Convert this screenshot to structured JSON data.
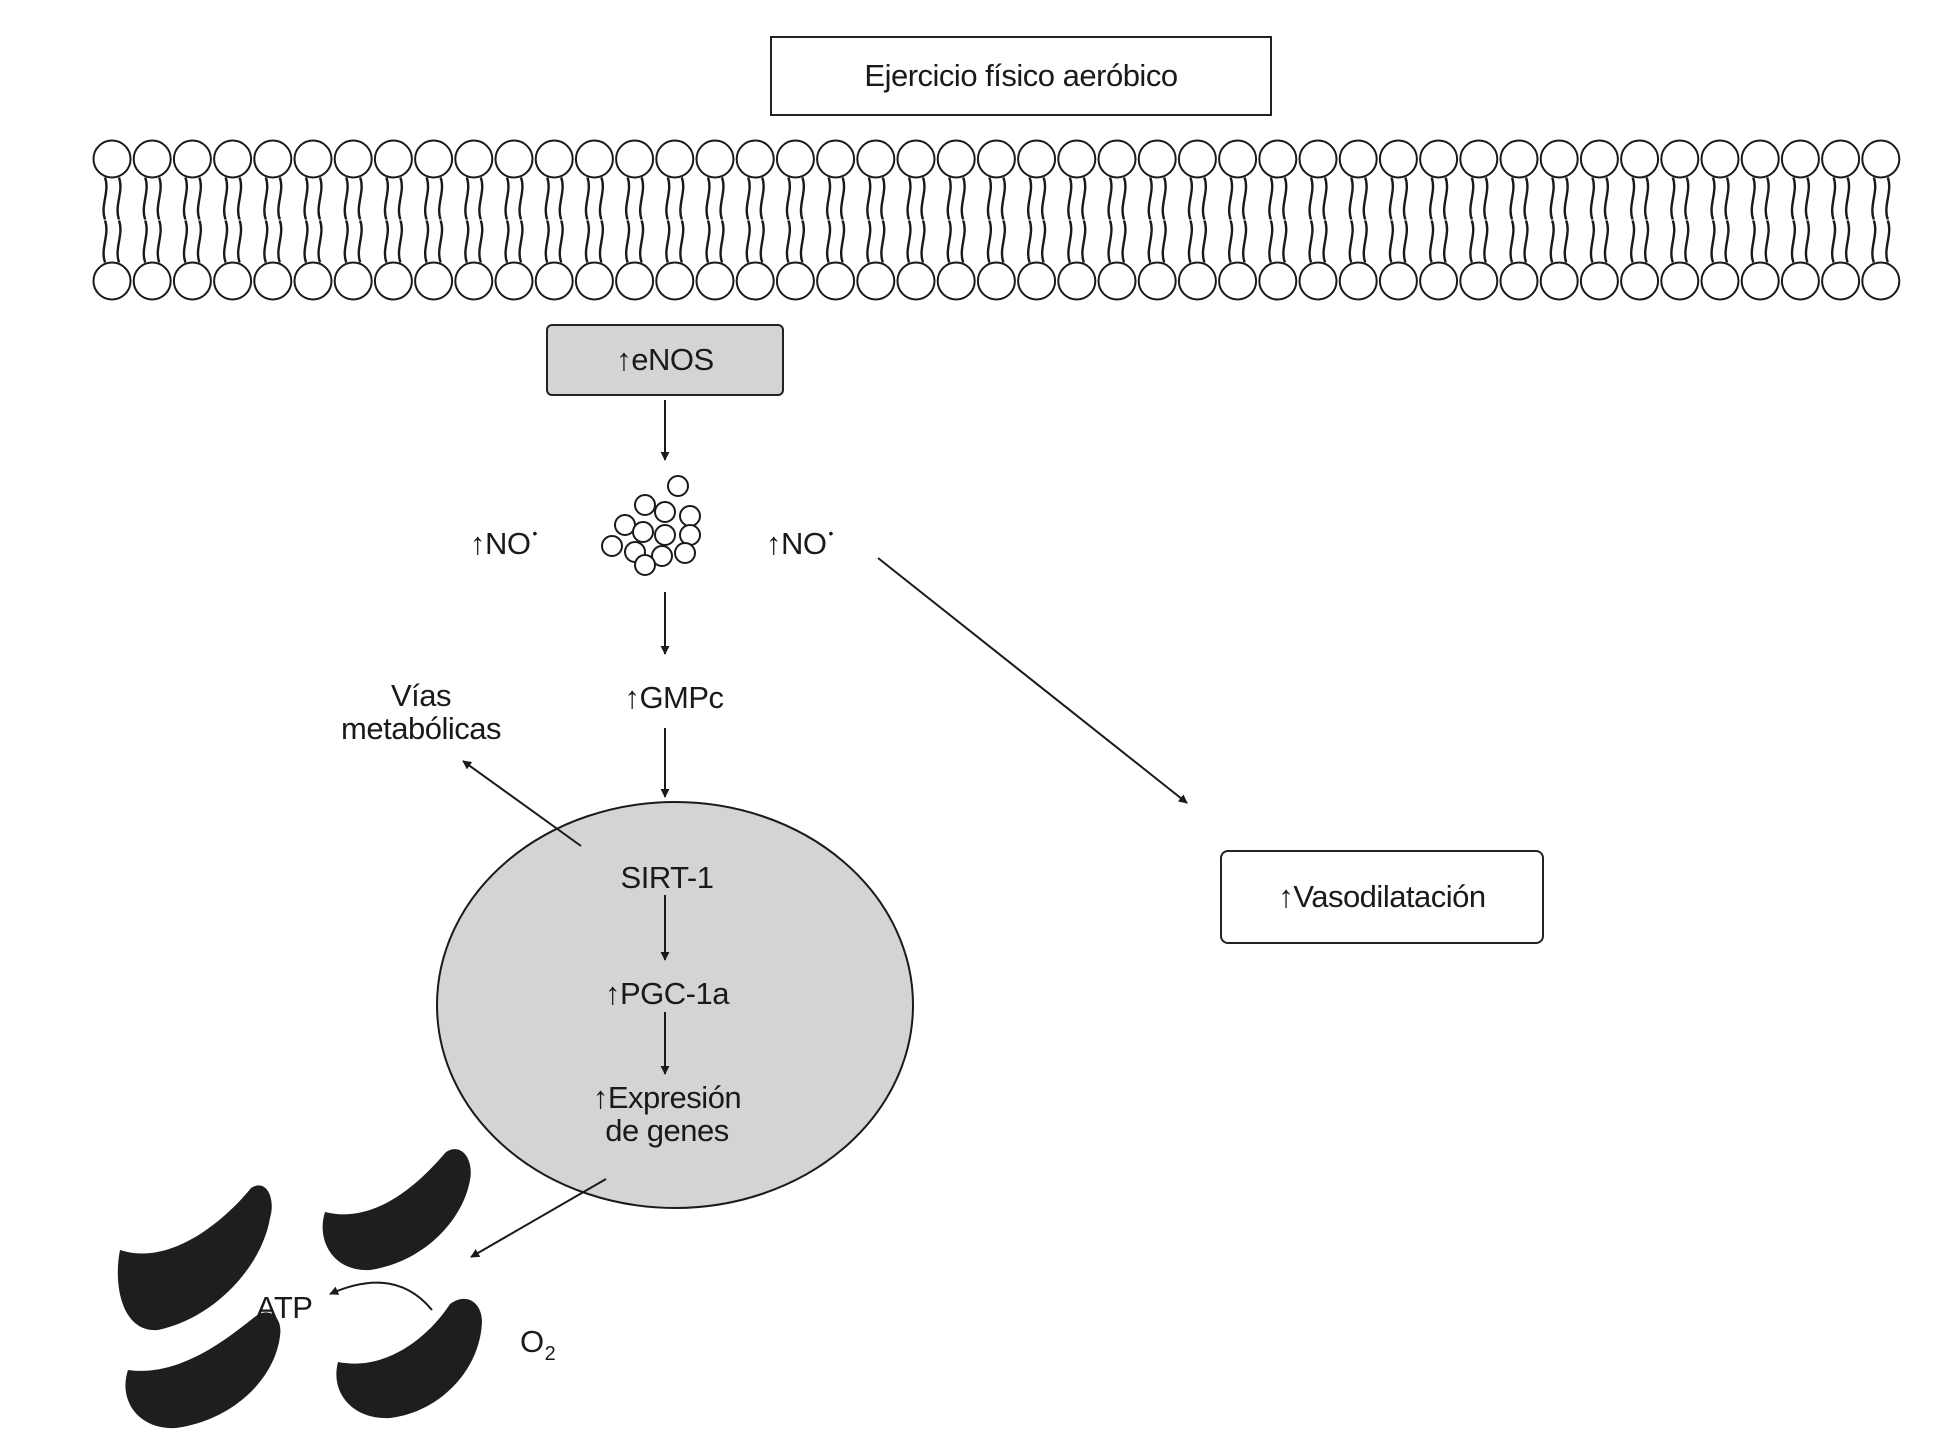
{
  "stimulus_box": {
    "label": "Ejercicio físico aeróbico"
  },
  "enos_box": {
    "label": "↑eNOS",
    "fill": "#d4d4d4"
  },
  "no_left": {
    "label": "↑NO",
    "radical": "•"
  },
  "no_right": {
    "label": "↑NO",
    "radical": "•"
  },
  "gmpc": {
    "label": "↑GMPc"
  },
  "metabolic": {
    "line1": "Vías",
    "line2": "metabólicas"
  },
  "nucleus": {
    "fill": "#d4d4d4",
    "sirt1": "SIRT-1",
    "pgc": "↑PGC-1a",
    "expr_line1": "↑Expresión",
    "expr_line2": "de genes"
  },
  "vaso_box": {
    "label": "↑Vasodilatación"
  },
  "atp": {
    "label": "ATP"
  },
  "o2": {
    "label": "O",
    "subscript": "2"
  },
  "colors": {
    "ink": "#1a1a1a",
    "mitochondria": "#1e1e1e"
  }
}
